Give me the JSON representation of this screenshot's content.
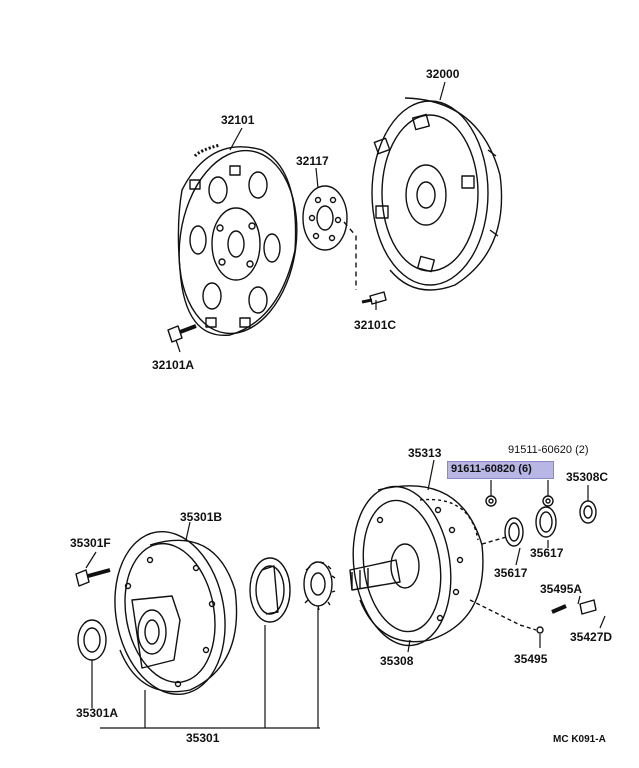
{
  "diagram": {
    "code": "MC K091-A",
    "highlight_color": "#b8b6e4",
    "line_color": "#111111",
    "parts": [
      {
        "id": "p32000",
        "label": "32000"
      },
      {
        "id": "p32101",
        "label": "32101"
      },
      {
        "id": "p32117",
        "label": "32117"
      },
      {
        "id": "p32101C",
        "label": "32101C"
      },
      {
        "id": "p32101A",
        "label": "32101A"
      },
      {
        "id": "p35313",
        "label": "35313"
      },
      {
        "id": "p91511",
        "label": "91511-60620 (2)"
      },
      {
        "id": "p91611",
        "label": "91611-60820 (6)",
        "highlighted": true
      },
      {
        "id": "p35308C",
        "label": "35308C"
      },
      {
        "id": "p35617a",
        "label": "35617"
      },
      {
        "id": "p35617b",
        "label": "35617"
      },
      {
        "id": "p35495A",
        "label": "35495A"
      },
      {
        "id": "p35427D",
        "label": "35427D"
      },
      {
        "id": "p35495",
        "label": "35495"
      },
      {
        "id": "p35308",
        "label": "35308"
      },
      {
        "id": "p35301B",
        "label": "35301B"
      },
      {
        "id": "p35301F",
        "label": "35301F"
      },
      {
        "id": "p35301A",
        "label": "35301A"
      },
      {
        "id": "p35301",
        "label": "35301"
      }
    ]
  }
}
